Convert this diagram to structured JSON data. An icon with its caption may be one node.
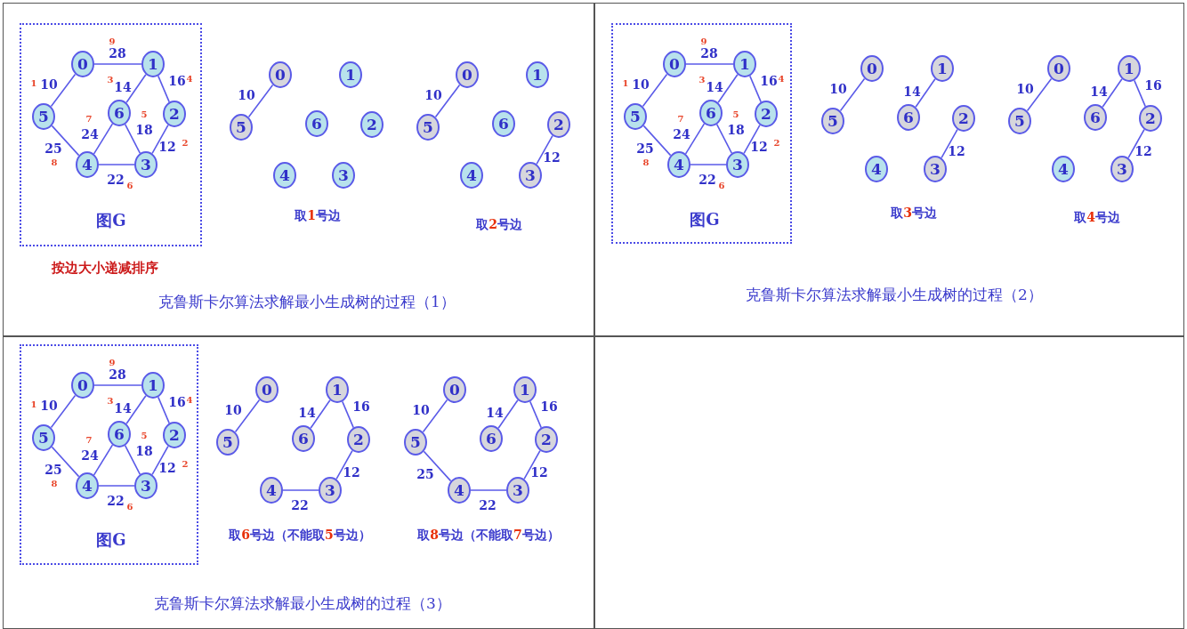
{
  "diagram": {
    "nodes": [
      {
        "text": [
          "按边大小递减排序",
          "克鲁斯卡尔算法求解最小生成树的过程（1）"
        ]
      },
      {
        "text": [
          "图G"
        ],
        "in": 0
      },
      {
        "text": [
          "0"
        ],
        "in": 1
      },
      {
        "text": [
          "1"
        ],
        "in": 1
      },
      {
        "text": [
          "5"
        ],
        "in": 1
      },
      {
        "text": [
          "6"
        ],
        "in": 1
      },
      {
        "text": [
          "2"
        ],
        "in": 1
      },
      {
        "text": [
          "4"
        ],
        "in": 1
      },
      {
        "text": [
          "3"
        ],
        "in": 1
      },
      {
        "text": [
          "0"
        ],
        "in": 0
      },
      {
        "text": [
          "1"
        ],
        "in": 0
      },
      {
        "text": [
          "5"
        ],
        "in": 0
      },
      {
        "text": [
          "6"
        ],
        "in": 0
      },
      {
        "text": [
          "2"
        ],
        "in": 0
      },
      {
        "text": [
          "4"
        ],
        "in": 0
      },
      {
        "text": [
          "3"
        ],
        "in": 0
      },
      {
        "text": [
          "0"
        ],
        "in": 0
      },
      {
        "text": [
          "1"
        ],
        "in": 0
      },
      {
        "text": [
          "5"
        ],
        "in": 0
      },
      {
        "text": [
          "6"
        ],
        "in": 0
      },
      {
        "text": [
          "2"
        ],
        "in": 0
      },
      {
        "text": [
          "4"
        ],
        "in": 0
      },
      {
        "text": [
          "3"
        ],
        "in": 0
      },
      {
        "text": [
          "克鲁斯卡尔算法求解最小生成树的过程（2）"
        ]
      },
      {
        "text": [
          "图G"
        ],
        "in": 23
      },
      {
        "text": [
          "0"
        ],
        "in": 24
      },
      {
        "text": [
          "1"
        ],
        "in": 24
      },
      {
        "text": [
          "5"
        ],
        "in": 24
      },
      {
        "text": [
          "6"
        ],
        "in": 24
      },
      {
        "text": [
          "2"
        ],
        "in": 24
      },
      {
        "text": [
          "4"
        ],
        "in": 24
      },
      {
        "text": [
          "3"
        ],
        "in": 24
      },
      {
        "text": [
          "0"
        ],
        "in": 23
      },
      {
        "text": [
          "1"
        ],
        "in": 23
      },
      {
        "text": [
          "5"
        ],
        "in": 23
      },
      {
        "text": [
          "6"
        ],
        "in": 23
      },
      {
        "text": [
          "2"
        ],
        "in": 23
      },
      {
        "text": [
          "4"
        ],
        "in": 23
      },
      {
        "text": [
          "3"
        ],
        "in": 23
      },
      {
        "text": [
          "0"
        ],
        "in": 23
      },
      {
        "text": [
          "1"
        ],
        "in": 23
      },
      {
        "text": [
          "5"
        ],
        "in": 23
      },
      {
        "text": [
          "6"
        ],
        "in": 23
      },
      {
        "text": [
          "2"
        ],
        "in": 23
      },
      {
        "text": [
          "4"
        ],
        "in": 23
      },
      {
        "text": [
          "3"
        ],
        "in": 23
      },
      {
        "text": [
          "克鲁斯卡尔算法求解最小生成树的过程（3）"
        ]
      },
      {
        "text": [
          "图G"
        ],
        "in": 46
      },
      {
        "text": [
          "0"
        ],
        "in": 47
      },
      {
        "text": [
          "1"
        ],
        "in": 47
      },
      {
        "text": [
          "5"
        ],
        "in": 47
      },
      {
        "text": [
          "6"
        ],
        "in": 47
      },
      {
        "text": [
          "2"
        ],
        "in": 47
      },
      {
        "text": [
          "4"
        ],
        "in": 47
      },
      {
        "text": [
          "3"
        ],
        "in": 47
      },
      {
        "text": [
          "0"
        ],
        "in": 46
      },
      {
        "text": [
          "1"
        ],
        "in": 46
      },
      {
        "text": [
          "5"
        ],
        "in": 46
      },
      {
        "text": [
          "6"
        ],
        "in": 46
      },
      {
        "text": [
          "2"
        ],
        "in": 46
      },
      {
        "text": [
          "4"
        ],
        "in": 46
      },
      {
        "text": [
          "3"
        ],
        "in": 46
      },
      {
        "text": [
          "0"
        ],
        "in": 46
      },
      {
        "text": [
          "1"
        ],
        "in": 46
      },
      {
        "text": [
          "5"
        ],
        "in": 46
      },
      {
        "text": [
          "6"
        ],
        "in": 46
      },
      {
        "text": [
          "2"
        ],
        "in": 46
      },
      {
        "text": [
          "4"
        ],
        "in": 46
      },
      {
        "text": [
          "3"
        ],
        "in": 46
      },
      {
        "text": [],
        "shape": "box"
      }
    ],
    "edges": [
      {
        "from": 2,
        "to": 3,
        "arrow": "none",
        "label": "28"
      },
      {
        "from": 2,
        "to": 4,
        "arrow": "none",
        "label": "10"
      },
      {
        "from": 3,
        "to": 5,
        "arrow": "none",
        "label": "14"
      },
      {
        "from": 3,
        "to": 6,
        "arrow": "none",
        "label": "16"
      },
      {
        "from": 5,
        "to": 7,
        "arrow": "none",
        "label": "24"
      },
      {
        "from": 5,
        "to": 8,
        "arrow": "none",
        "label": "18"
      },
      {
        "from": 6,
        "to": 8,
        "arrow": "none",
        "label": "12"
      },
      {
        "from": 4,
        "to": 7,
        "arrow": "none",
        "label": "25"
      },
      {
        "from": 7,
        "to": 8,
        "arrow": "none",
        "label": "22"
      },
      {
        "from": 9,
        "to": 11,
        "arrow": "none",
        "label": "10"
      },
      {
        "from": 16,
        "to": 18,
        "arrow": "none",
        "label": "10"
      },
      {
        "from": 20,
        "to": 22,
        "arrow": "none",
        "label": "12"
      },
      {
        "from": 25,
        "to": 26,
        "arrow": "none",
        "label": "28"
      },
      {
        "from": 25,
        "to": 27,
        "arrow": "none",
        "label": "10"
      },
      {
        "from": 26,
        "to": 28,
        "arrow": "none",
        "label": "14"
      },
      {
        "from": 26,
        "to": 29,
        "arrow": "none",
        "label": "16"
      },
      {
        "from": 28,
        "to": 30,
        "arrow": "none",
        "label": "24"
      },
      {
        "from": 28,
        "to": 31,
        "arrow": "none",
        "label": "18"
      },
      {
        "from": 29,
        "to": 31,
        "arrow": "none",
        "label": "12"
      },
      {
        "from": 27,
        "to": 30,
        "arrow": "none",
        "label": "25"
      },
      {
        "from": 30,
        "to": 31,
        "arrow": "none",
        "label": "22"
      },
      {
        "from": 32,
        "to": 34,
        "arrow": "none",
        "label": "10"
      },
      {
        "from": 33,
        "to": 35,
        "arrow": "none",
        "label": "14"
      },
      {
        "from": 36,
        "to": 38,
        "arrow": "none",
        "label": "12"
      },
      {
        "from": 39,
        "to": 41,
        "arrow": "none",
        "label": "10"
      },
      {
        "from": 40,
        "to": 42,
        "arrow": "none",
        "label": "14"
      },
      {
        "from": 40,
        "to": 43,
        "arrow": "none",
        "label": "16"
      },
      {
        "from": 43,
        "to": 45,
        "arrow": "none",
        "label": "12"
      },
      {
        "from": 48,
        "to": 49,
        "arrow": "none",
        "label": "28"
      },
      {
        "from": 48,
        "to": 50,
        "arrow": "none",
        "label": "10"
      },
      {
        "from": 49,
        "to": 51,
        "arrow": "none",
        "label": "14"
      },
      {
        "from": 49,
        "to": 52,
        "arrow": "none",
        "label": "16"
      },
      {
        "from": 51,
        "to": 53,
        "arrow": "none",
        "label": "24"
      },
      {
        "from": 51,
        "to": 54,
        "arrow": "none",
        "label": "18"
      },
      {
        "from": 52,
        "to": 54,
        "arrow": "none",
        "label": "12"
      },
      {
        "from": 50,
        "to": 53,
        "arrow": "none",
        "label": "25"
      },
      {
        "from": 53,
        "to": 54,
        "arrow": "none",
        "label": "22"
      },
      {
        "from": 55,
        "to": 57,
        "arrow": "none",
        "label": "10"
      },
      {
        "from": 56,
        "to": 58,
        "arrow": "none",
        "label": "14"
      },
      {
        "from": 56,
        "to": 59,
        "arrow": "none",
        "label": "16"
      },
      {
        "from": 59,
        "to": 61,
        "arrow": "none",
        "label": "12"
      },
      {
        "from": 60,
        "to": 61,
        "arrow": "none",
        "label": "22"
      },
      {
        "from": 62,
        "to": 64,
        "arrow": "none",
        "label": "10"
      },
      {
        "from": 63,
        "to": 65,
        "arrow": "none",
        "label": "14"
      },
      {
        "from": 63,
        "to": 66,
        "arrow": "none",
        "label": "16"
      },
      {
        "from": 66,
        "to": 68,
        "arrow": "none",
        "label": "12"
      },
      {
        "from": 67,
        "to": 68,
        "arrow": "none",
        "label": "22"
      },
      {
        "from": 64,
        "to": 67,
        "arrow": "none",
        "label": "25"
      }
    ],
    "labels": [
      "9",
      "1",
      "3",
      "4",
      "7",
      "5",
      "2",
      "8",
      "6",
      "取**1**号边",
      "取**2**号边",
      "9",
      "1",
      "3",
      "4",
      "7",
      "5",
      "2",
      "8",
      "6",
      "取**3**号边",
      "取**4**号边",
      "9",
      "1",
      "3",
      "4",
      "7",
      "5",
      "2",
      "8",
      "6",
      "取**6**号边（不能取**5**号边）",
      "取**8**号边（不能取**7**号边）"
    ]
  }
}
